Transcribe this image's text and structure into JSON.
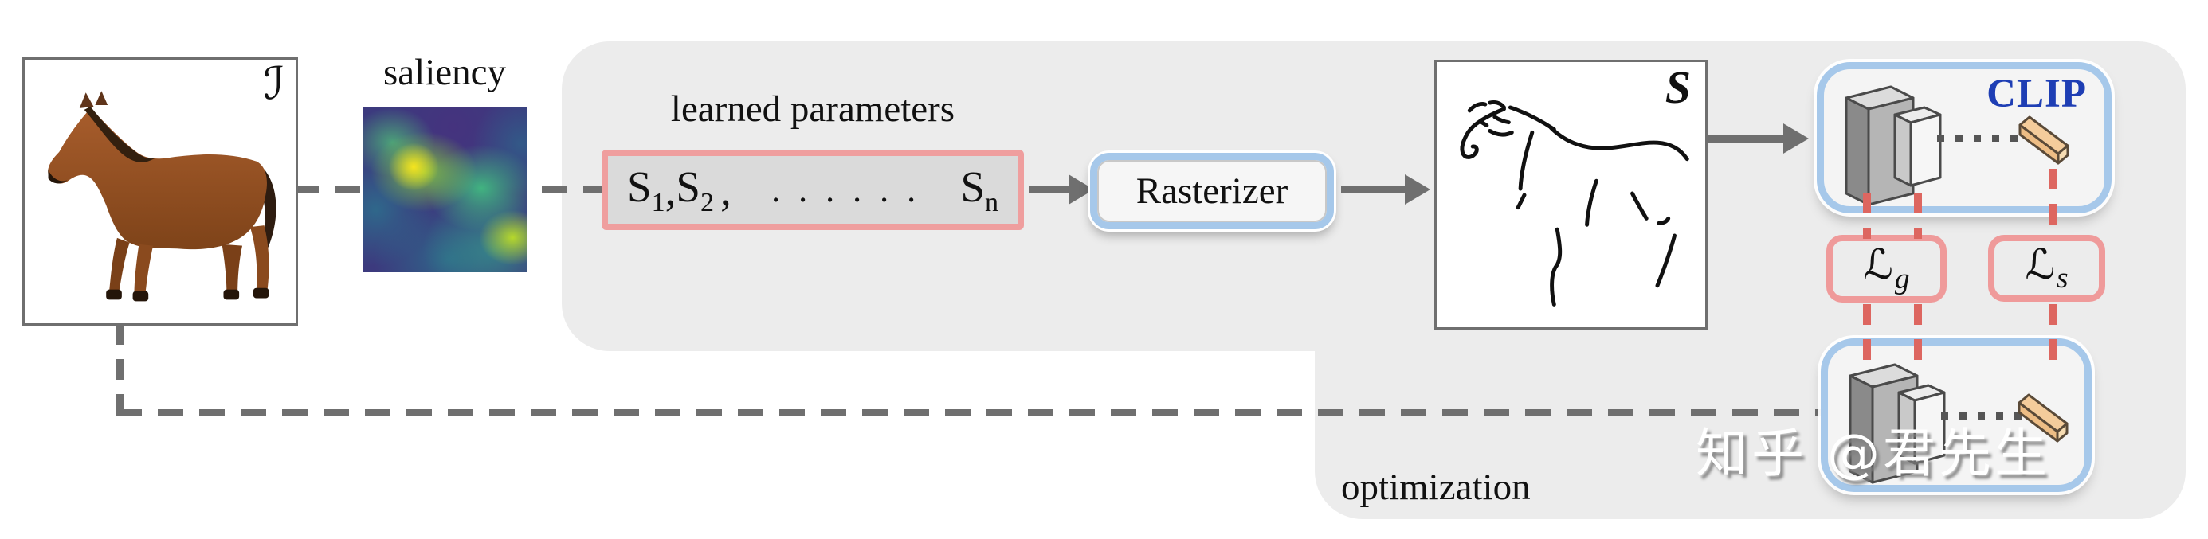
{
  "figure": {
    "input": {
      "label": "ℐ",
      "description": "photo of a brown horse"
    },
    "saliency": {
      "title": "saliency",
      "description": "viridis saliency heatmap"
    },
    "params": {
      "title": "learned parameters",
      "s1": "S",
      "sub1": "1",
      "comma1": ",",
      "s2": "S",
      "sub2": "2",
      "comma2": ",",
      "dots": ". . . . . .",
      "sn": "S",
      "subn": "n"
    },
    "rasterizer": {
      "label": "Rasterizer"
    },
    "sketch": {
      "label": "S",
      "description": "black line sketch of a horse"
    },
    "clip": {
      "label": "CLIP"
    },
    "loss_g": {
      "letter": "ℒ",
      "sub": "g"
    },
    "loss_s": {
      "letter": "ℒ",
      "sub": "s"
    },
    "optimization_label": "optimization",
    "watermark": "知乎 @君先生",
    "colors": {
      "panel_gray": "#ececec",
      "blue": "#a6c8ea",
      "pink": "#ef9e9e",
      "red": "#dd6660",
      "clip_blue": "#1e3eb4",
      "line": "#6f6f6f",
      "orange_fill": "#f2c993"
    }
  }
}
